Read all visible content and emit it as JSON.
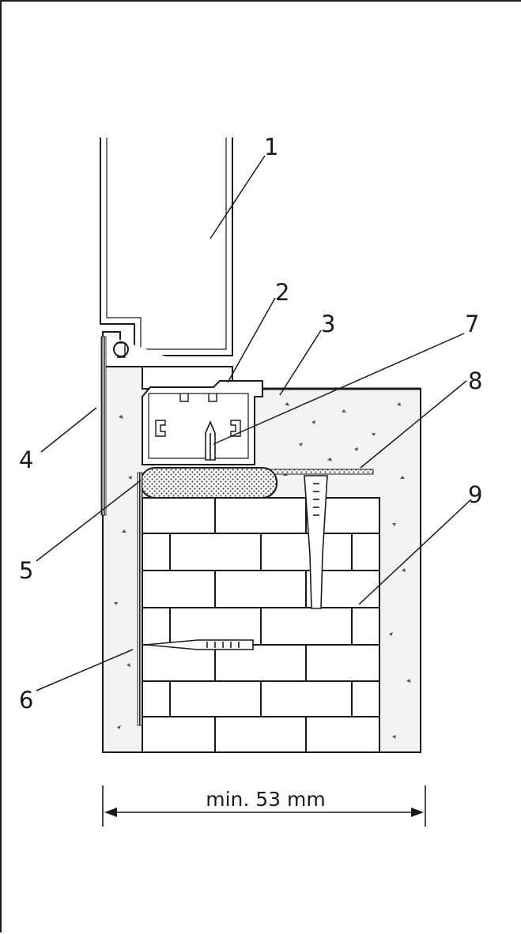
{
  "drawing": {
    "callouts": [
      "1",
      "2",
      "3",
      "4",
      "5",
      "6",
      "7",
      "8",
      "9"
    ],
    "dimension_label": "min. 53 mm"
  },
  "colors": {
    "line": "#1a1a1a",
    "concrete": "#f3f3f3",
    "frame_border": "#1a1a1a"
  }
}
